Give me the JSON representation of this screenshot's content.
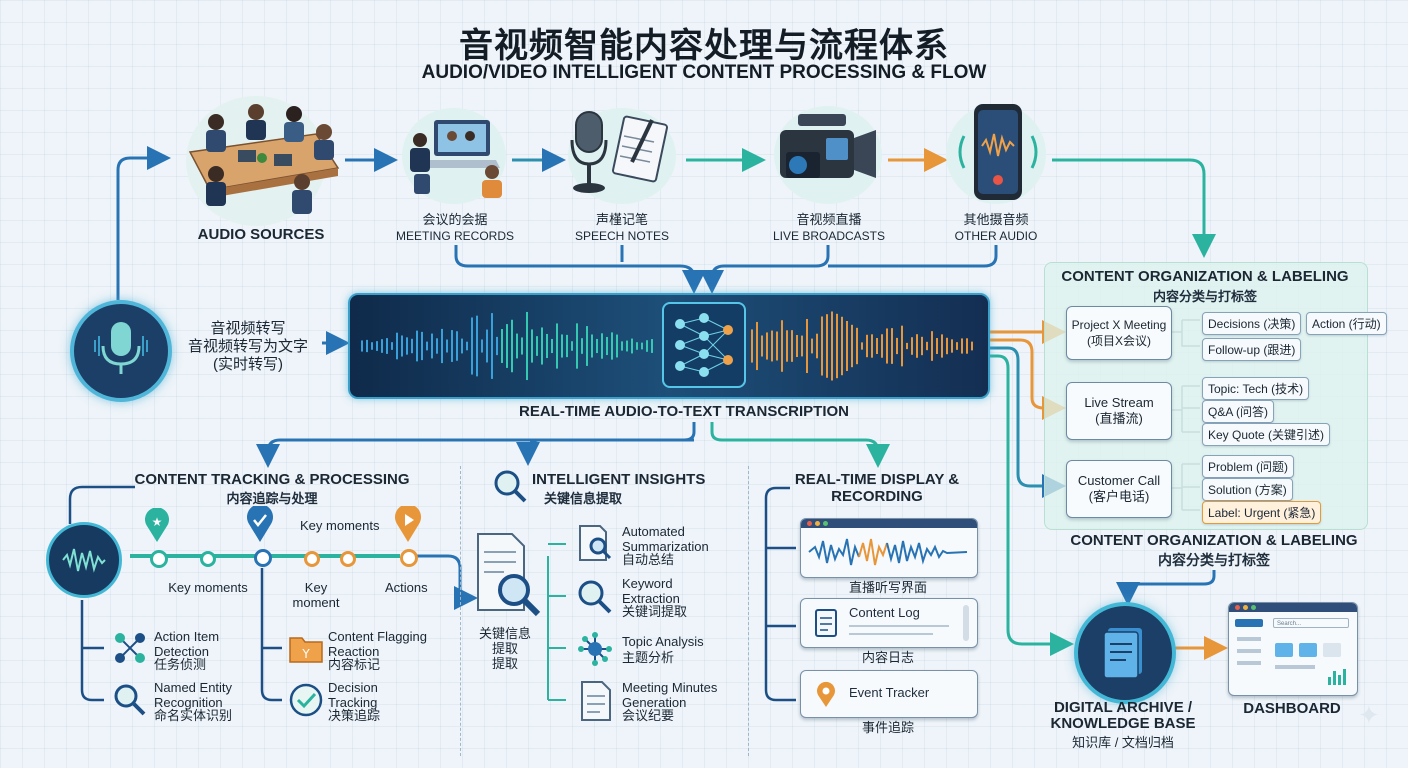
{
  "title": {
    "cn": "音视频智能内容处理与流程体系",
    "en": "AUDIO/VIDEO INTELLIGENT CONTENT PROCESSING & FLOW"
  },
  "sources": {
    "audio_sources": "AUDIO SOURCES",
    "meeting": {
      "cn": "会议的会据",
      "en": "MEETING RECORDS"
    },
    "speech": {
      "cn": "声槿记笔",
      "en": "SPEECH NOTES"
    },
    "live": {
      "cn": "音视频直播",
      "en": "LIVE BROADCASTS"
    },
    "other": {
      "cn": "其他摄音频",
      "en": "OTHER AUDIO"
    }
  },
  "mic_label": {
    "line1": "音视频转写",
    "line2": "音视频转写为文字",
    "line3": "(实时转写)"
  },
  "transcription_label": "REAL-TIME AUDIO-TO-TEXT TRANSCRIPTION",
  "organization": {
    "heading_en": "CONTENT ORGANIZATION & LABELING",
    "heading_cn": "内容分类与打标签",
    "groups": [
      {
        "label": "Project X Meeting\n(项目X会议)",
        "tags": [
          "Decisions (决策)",
          "Action (行动)",
          "Follow-up (跟进)"
        ]
      },
      {
        "label": "Live Stream\n(直播流)",
        "tags": [
          "Topic: Tech (技术)",
          "Q&A (问答)",
          "Key Quote (关键引述)"
        ]
      },
      {
        "label": "Customer Call\n(客户电话)",
        "tags": [
          "Problem (问题)",
          "Solution (方案)",
          "Label: Urgent (紧急)"
        ]
      }
    ],
    "footer_en": "CONTENT ORGANIZATION & LABELING",
    "footer_cn": "内容分类与打标签"
  },
  "tracking": {
    "heading_en": "CONTENT TRACKING & PROCESSING",
    "heading_cn": "内容追踪与处理",
    "timeline_labels": {
      "key_moments_top": "Key moments",
      "key_moments_bottom": "Key moments",
      "key_moment": "Key\nmoment",
      "actions": "Actions"
    },
    "items": [
      {
        "en": "Action Item\nDetection",
        "cn": "任务侦测",
        "icon": "network-icon"
      },
      {
        "en": "Named Entity\nRecognition",
        "cn": "命名实体识别",
        "icon": "magnifier-icon"
      },
      {
        "en": "Content Flagging\nReaction",
        "cn": "内容标记",
        "icon": "folder-icon"
      },
      {
        "en": "Decision\nTracking",
        "cn": "决策追踪",
        "icon": "check-circle-icon"
      }
    ]
  },
  "insights": {
    "heading_en": "INTELLIGENT INSIGHTS",
    "heading_cn": "关键信息提取",
    "doc_label": "关键信息\n提取\n提取",
    "items": [
      {
        "en": "Automated\nSummarization",
        "cn": "自动总结",
        "icon": "document-magnifier-icon"
      },
      {
        "en": "Keyword\nExtraction",
        "cn": "关键词提取",
        "icon": "magnifier-icon"
      },
      {
        "en": "Topic Analysis",
        "cn": "主题分析",
        "icon": "hub-icon"
      },
      {
        "en": "Meeting Minutes\nGeneration",
        "cn": "会议纪要",
        "icon": "document-icon"
      }
    ]
  },
  "display": {
    "heading": "REAL-TIME DISPLAY &\nRECORDING",
    "screens": [
      {
        "caption": "直播听写界面",
        "title": ""
      },
      {
        "caption": "内容日志",
        "title": "Content Log"
      },
      {
        "caption": "事件追踪",
        "title": "Event Tracker"
      }
    ]
  },
  "archive": {
    "en": "DIGITAL ARCHIVE /\nKNOWLEDGE BASE",
    "cn": "知识库 / 文档归档"
  },
  "dashboard": {
    "label": "DASHBOARD",
    "search_placeholder": "Search..."
  },
  "colors": {
    "teal": "#2bb3a0",
    "blue": "#2873b4",
    "orange": "#e8963a",
    "navy": "#143d66"
  }
}
